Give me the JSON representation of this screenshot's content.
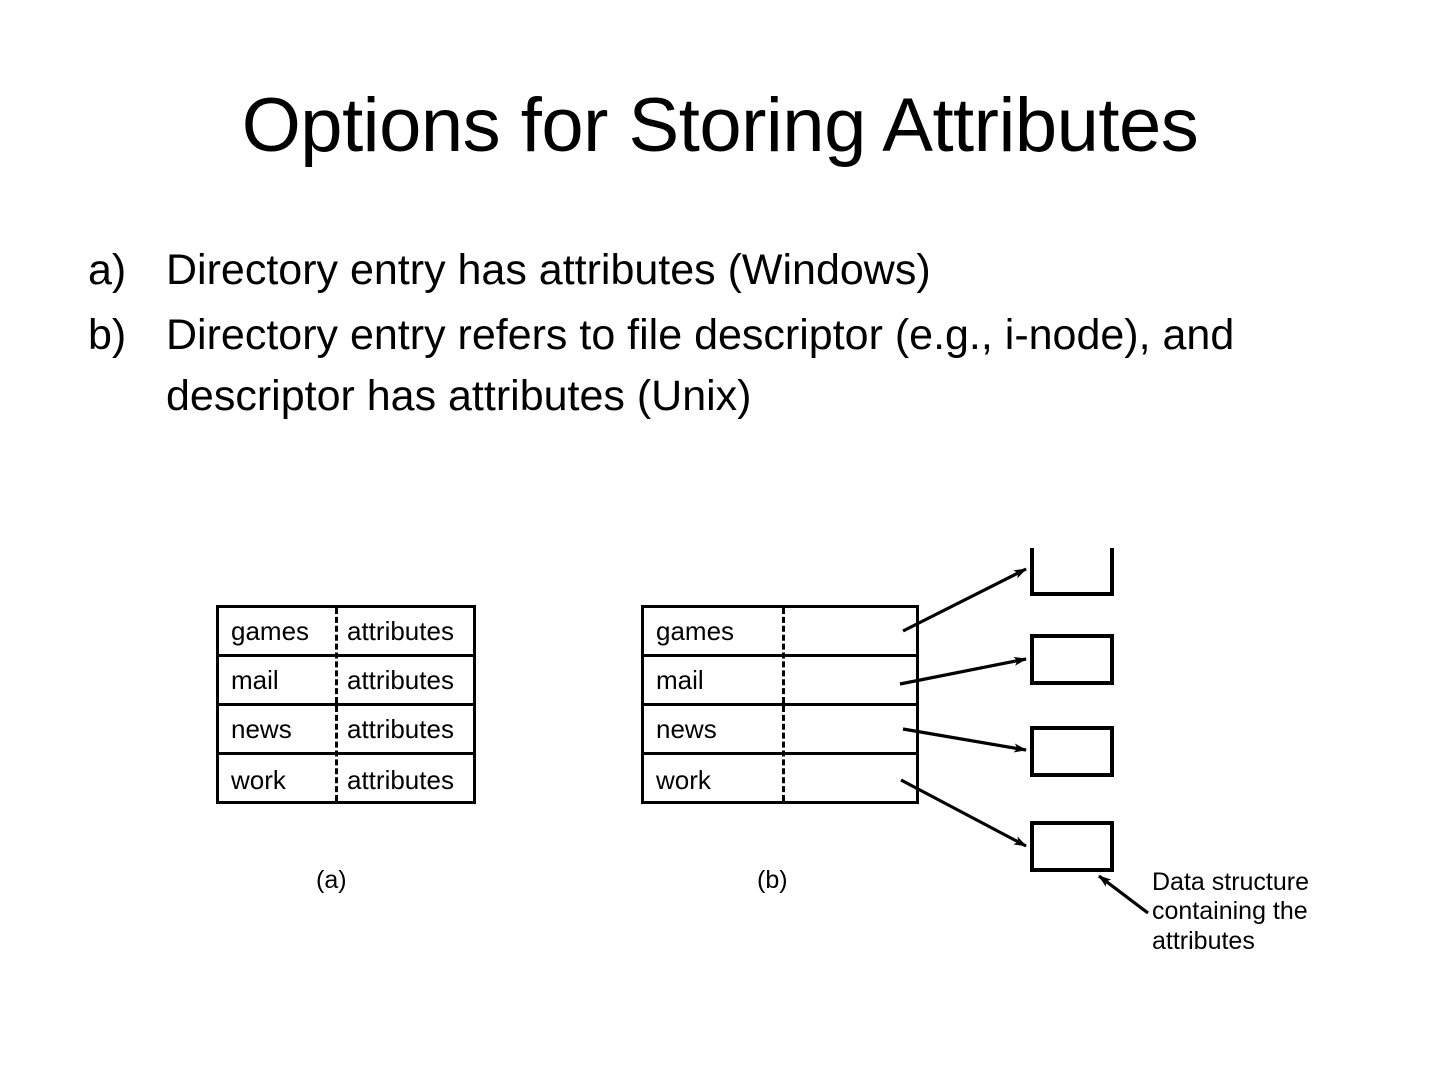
{
  "slide": {
    "title": "Options for Storing Attributes",
    "background_color": "#ffffff",
    "text_color": "#000000"
  },
  "bullets": [
    {
      "marker": "a)",
      "text": "Directory entry has attributes (Windows)"
    },
    {
      "marker": "b)",
      "text": "Directory entry refers to file descriptor (e.g., i-node), and descriptor has attributes (Unix)"
    }
  ],
  "figure": {
    "table_a": {
      "caption": "(a)",
      "rows": [
        {
          "name": "games",
          "attr": "attributes"
        },
        {
          "name": "mail",
          "attr": "attributes"
        },
        {
          "name": "news",
          "attr": "attributes"
        },
        {
          "name": "work",
          "attr": "attributes"
        }
      ]
    },
    "table_b": {
      "caption": "(b)",
      "rows": [
        {
          "name": "games",
          "attr": ""
        },
        {
          "name": "mail",
          "attr": ""
        },
        {
          "name": "news",
          "attr": ""
        },
        {
          "name": "work",
          "attr": ""
        }
      ]
    },
    "attribute_boxes": [
      {
        "label": ""
      },
      {
        "label": ""
      },
      {
        "label": ""
      },
      {
        "label": ""
      }
    ],
    "data_structure_caption": {
      "line1": "Data structure",
      "line2": "containing the",
      "line3": "attributes"
    }
  }
}
